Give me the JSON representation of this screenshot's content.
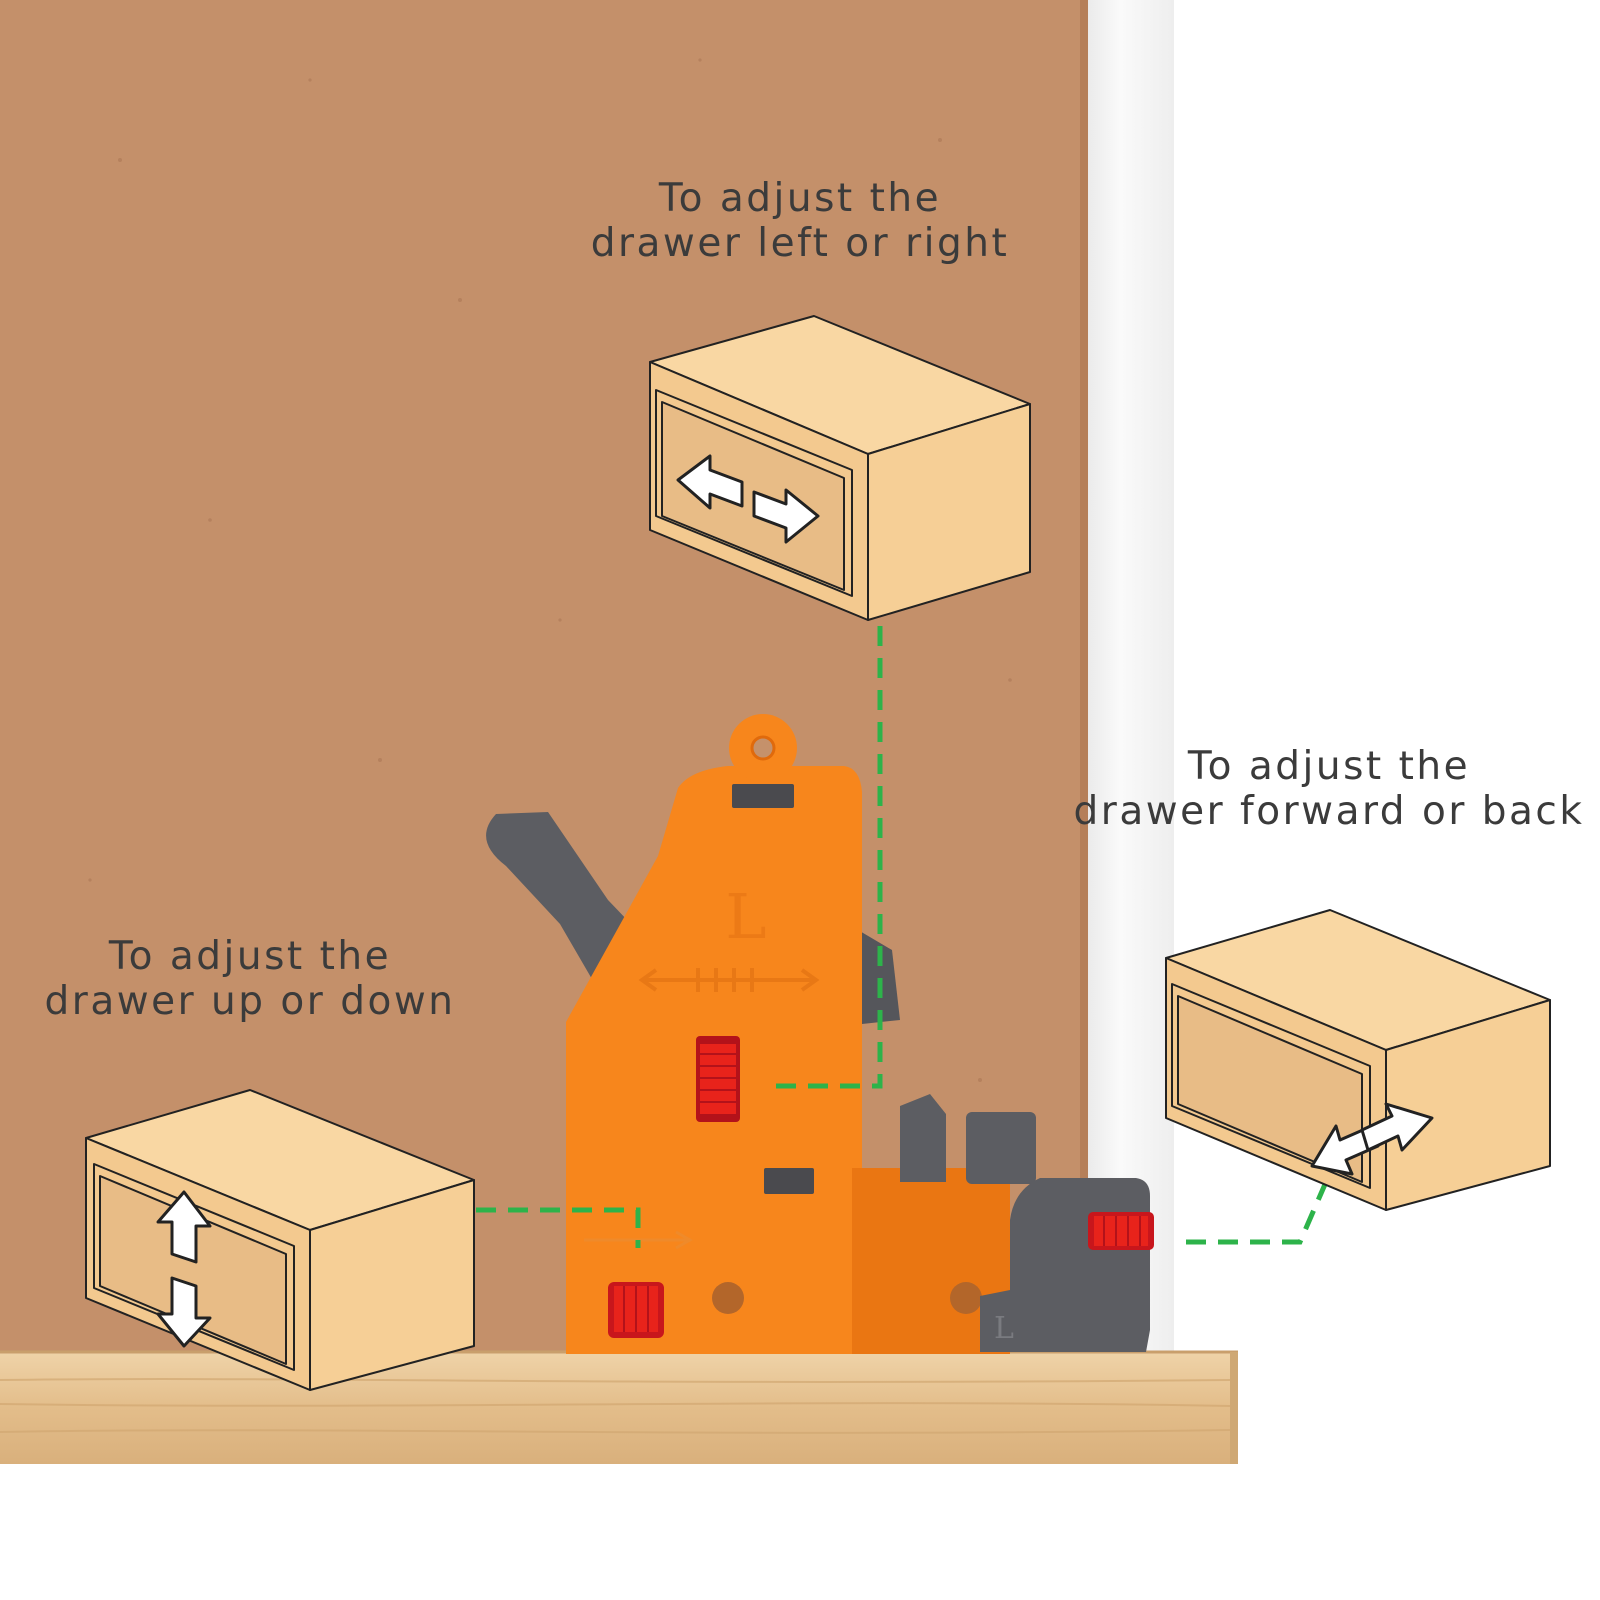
{
  "colors": {
    "mdf_board": "#c4906a",
    "white_panel": "#f7f7f7",
    "wood_shelf": "#e6c394",
    "clip_orange": "#f7861c",
    "clip_gray": "#5c5d62",
    "adjust_red": "#e8231b",
    "box_fill": "#f6cf96",
    "connector_green": "#2db34a"
  },
  "callouts": {
    "left_right": {
      "line1": "To adjust the",
      "line2": "drawer left or right",
      "icon": "left-right-arrows-icon"
    },
    "up_down": {
      "line1": "To adjust the",
      "line2": "drawer up or down",
      "icon": "up-down-arrows-icon"
    },
    "forward_back": {
      "line1": "To adjust the",
      "line2": "drawer forward or back",
      "icon": "forward-back-arrows-icon"
    }
  },
  "clip": {
    "marking": "L",
    "side_marking": "L"
  }
}
